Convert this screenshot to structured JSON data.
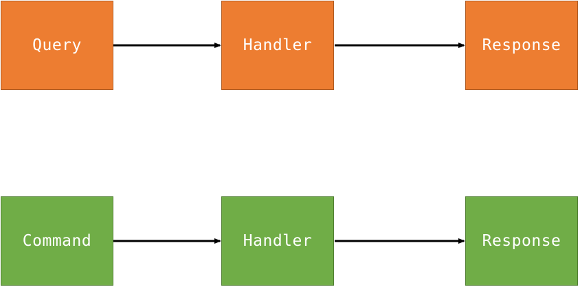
{
  "flows": [
    {
      "nodes": [
        {
          "label": "Query"
        },
        {
          "label": "Handler"
        },
        {
          "label": "Response"
        }
      ],
      "color": "#ED7D31"
    },
    {
      "nodes": [
        {
          "label": "Command"
        },
        {
          "label": "Handler"
        },
        {
          "label": "Response"
        }
      ],
      "color": "#70AD47"
    }
  ],
  "arrow_color": "#000000"
}
